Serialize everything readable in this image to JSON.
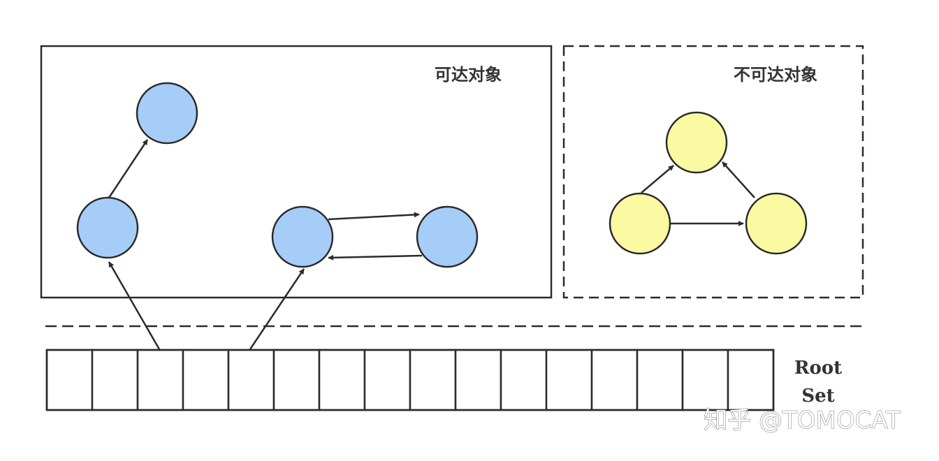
{
  "diagram": {
    "reachable_label": "可达对象",
    "unreachable_label": "不可达对象",
    "root_set_label_line1": "Root",
    "root_set_label_line2": "Set",
    "watermark": "知乎 @TOMOCAT",
    "root_set_cell_count": 16,
    "colors": {
      "reachable_fill": "#a6cdf7",
      "unreachable_fill": "#fafaa2",
      "stroke": "#2b2b2b",
      "label": "#333333",
      "watermark": "#ffffff"
    }
  }
}
